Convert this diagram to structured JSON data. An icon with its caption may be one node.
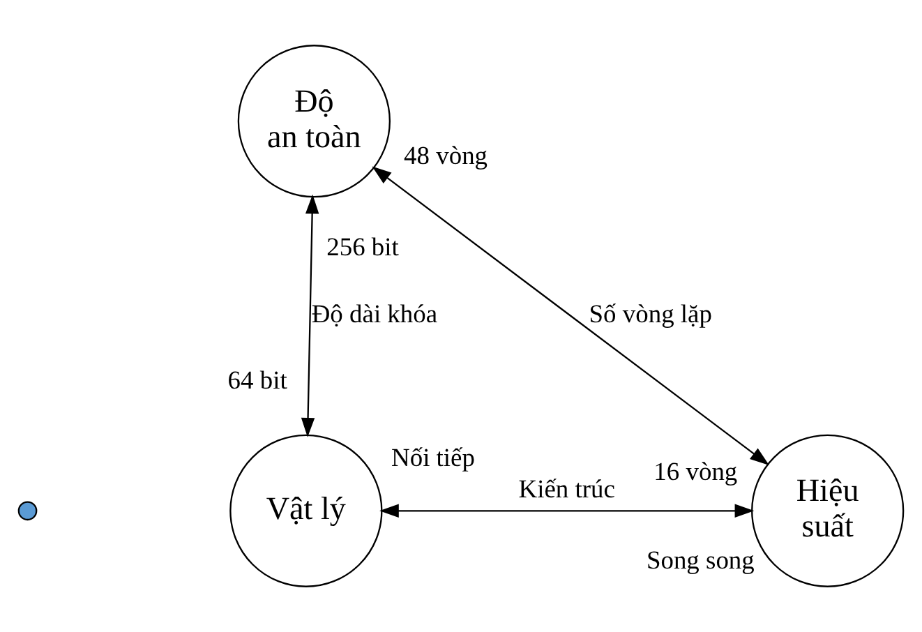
{
  "diagram": {
    "nodes": [
      {
        "text": [
          "Độ an toàn"
        ],
        "beside": [
          "256 bit",
          "48 vòng"
        ]
      },
      {
        "text": [],
        "shape": "circle"
      },
      {
        "text": [
          "Vật lý"
        ],
        "beside": [
          "64 bit",
          "Nối tiếp"
        ]
      },
      {
        "text": [
          "Hiệu suất"
        ],
        "beside": [
          "16 vòng",
          "Song song"
        ]
      }
    ],
    "edges": [
      {
        "from": 2,
        "to": 0,
        "arrow": "both",
        "label": "Độ dài khóa"
      },
      {
        "from": 0,
        "to": 3,
        "arrow": "both",
        "label": "Số vòng lặp"
      },
      {
        "from": 2,
        "to": 3,
        "arrow": "both",
        "label": "Kiến trúc"
      }
    ]
  }
}
